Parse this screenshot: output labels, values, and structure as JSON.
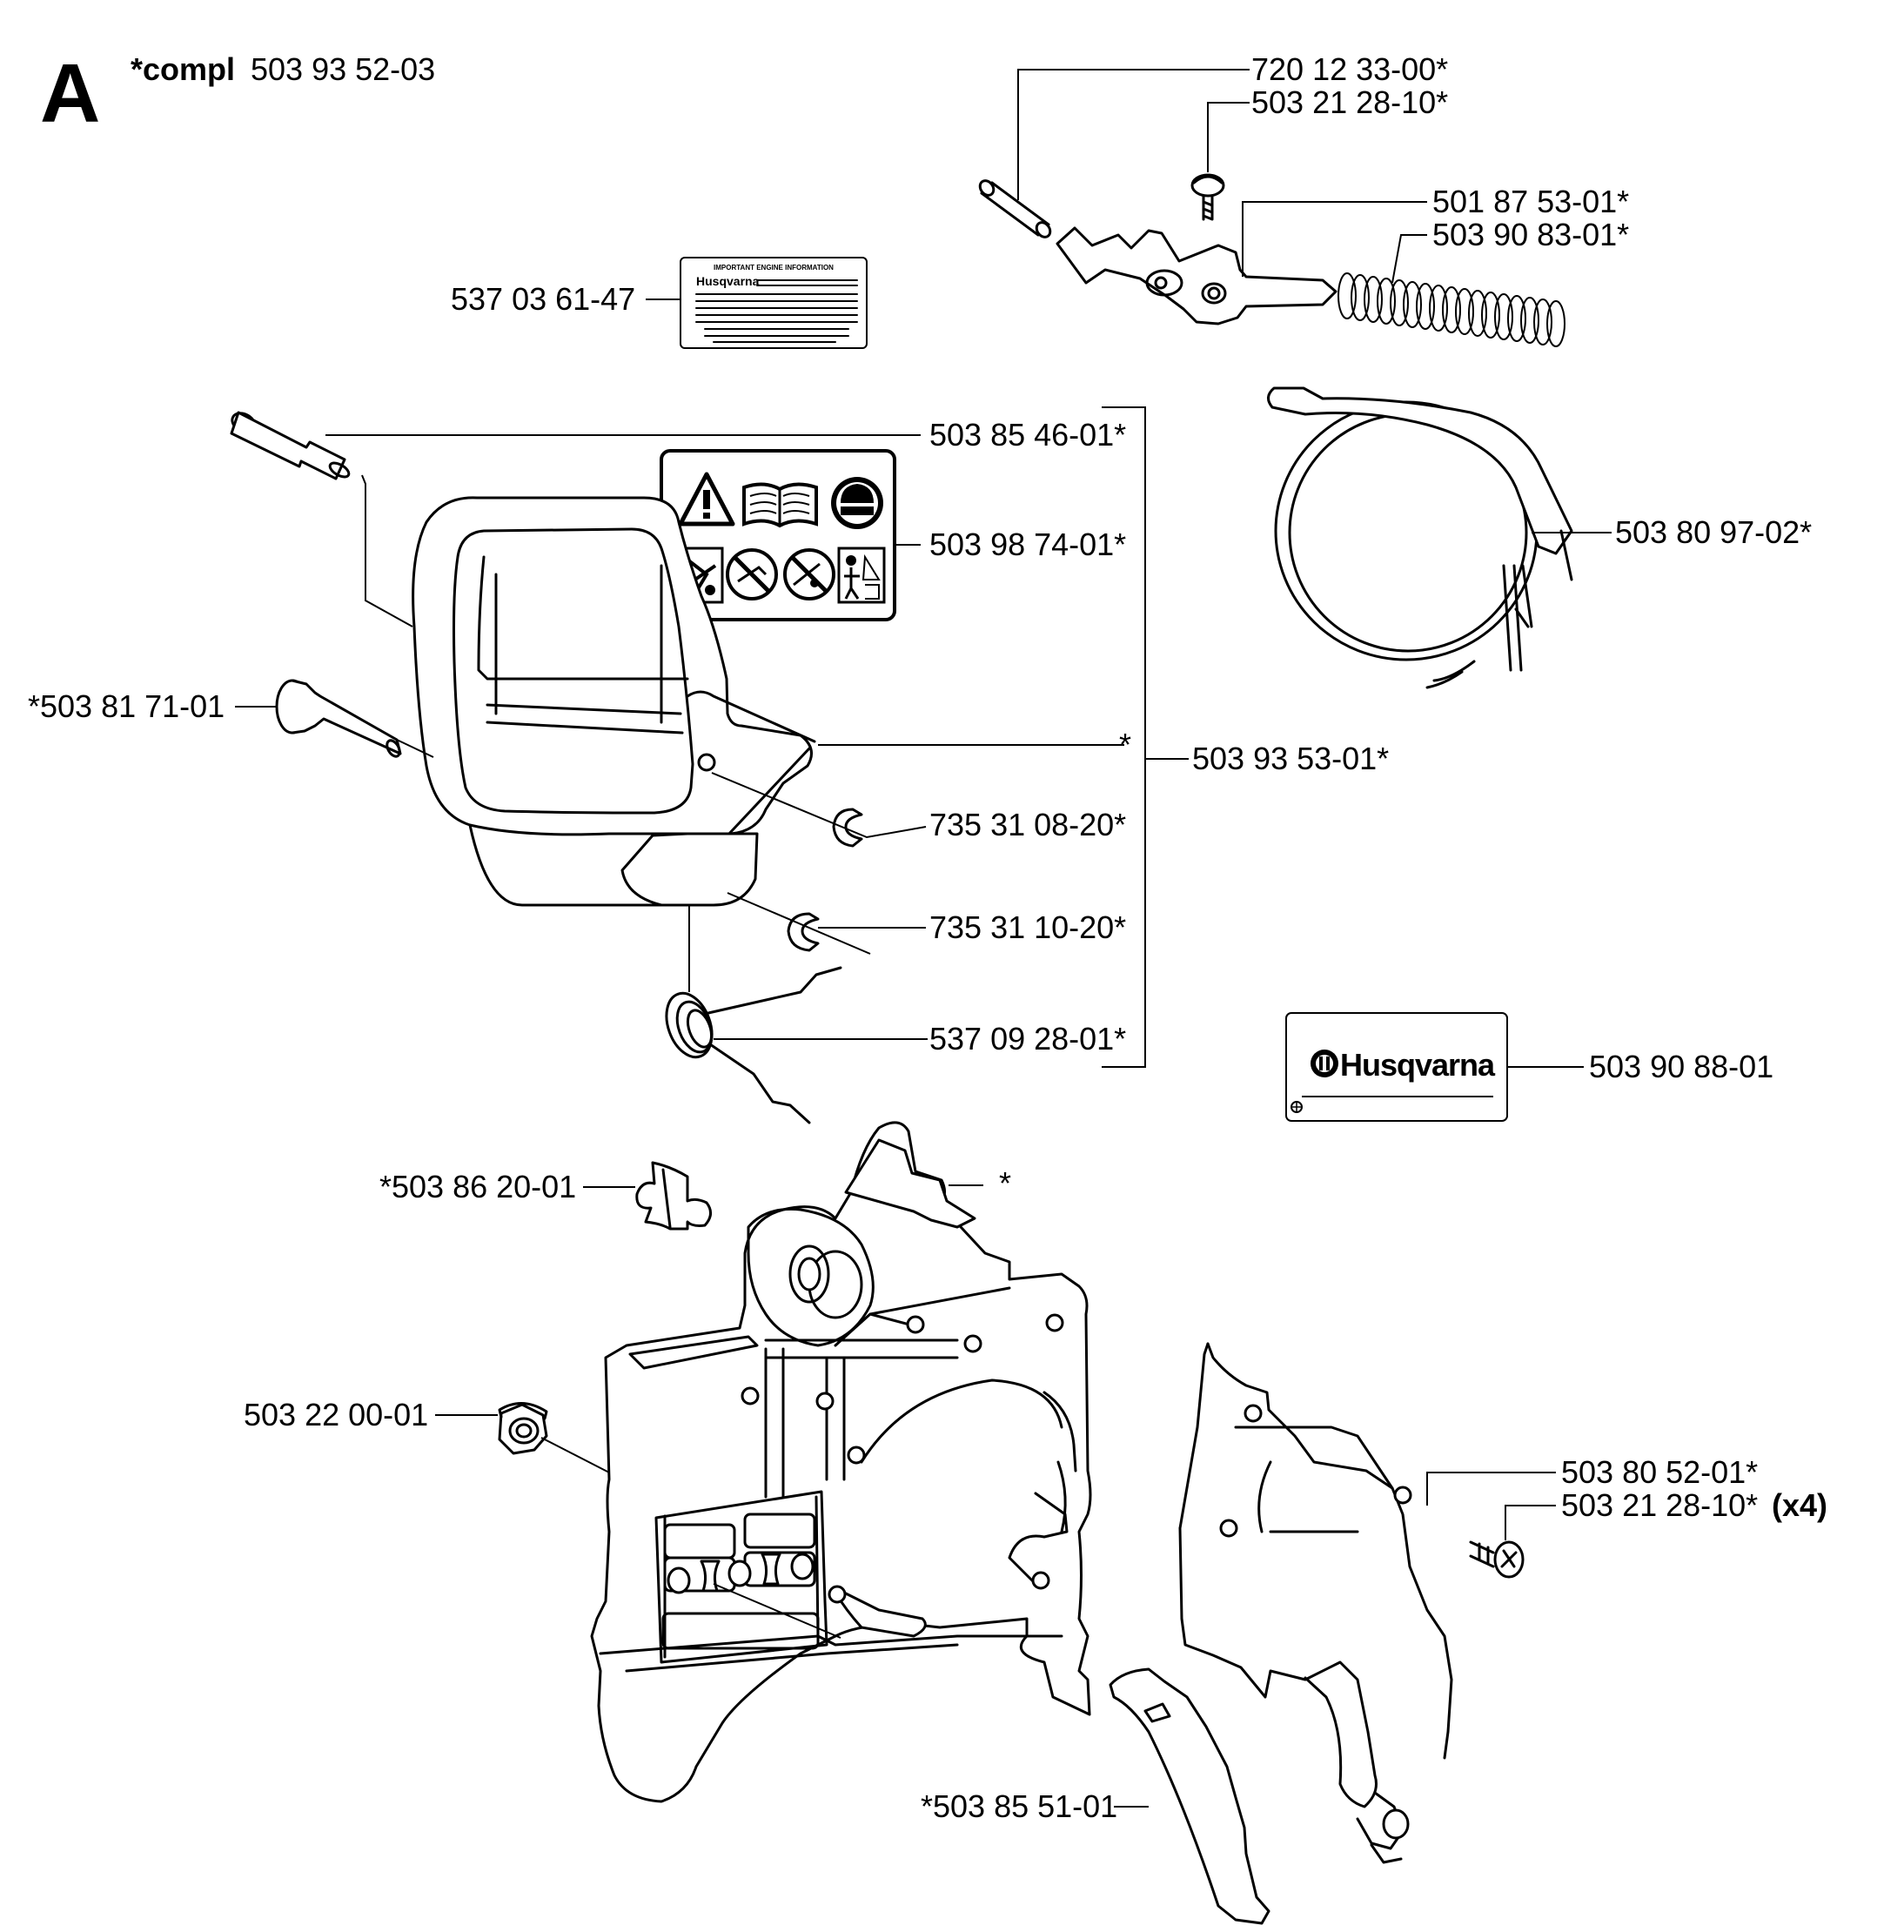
{
  "header": {
    "section_letter": "A",
    "compl_prefix": "*compl",
    "compl_number": "503 93 52-03"
  },
  "labels": {
    "p_720_12_33_00": "720 12 33-00*",
    "p_503_21_28_10_top": "503 21 28-10*",
    "p_501_87_53_01": "501 87 53-01*",
    "p_503_90_83_01": "503 90 83-01*",
    "p_537_03_61_47": "537 03 61-47",
    "p_503_85_46_01": "503 85 46-01*",
    "p_503_98_74_01": "503 98 74-01*",
    "p_503_80_97_02": "503 80 97-02*",
    "p_503_81_71_01": "*503 81 71-01",
    "p_star_cover": "*",
    "p_503_93_53_01": "503 93 53-01*",
    "p_735_31_08_20": "735 31 08-20*",
    "p_735_31_10_20": "735 31 10-20*",
    "p_537_09_28_01": "537 09 28-01*",
    "p_503_90_88_01": "503 90 88-01",
    "p_503_86_20_01": "*503 86 20-01",
    "p_star_guard": "*",
    "p_503_22_00_01": "503 22 00-01",
    "p_503_80_52_01": "503 80 52-01*",
    "p_503_21_28_10_bottom": "503 21 28-10*",
    "p_x4": "(x4)",
    "p_503_85_51_01": "*503 85 51-01"
  },
  "decals": {
    "brand_name": "Husqvarna",
    "engine_info_title": "IMPORTANT ENGINE INFORMATION",
    "engine_info_brand": "Husqvarna"
  },
  "icons": {
    "warning_sticker": [
      "warning-triangle-icon",
      "manual-book-icon",
      "helmet-icon",
      "kickback-icon",
      "no-one-hand-icon",
      "no-tip-contact-icon",
      "bystander-icon"
    ],
    "brand_logo": "husqvarna-crown-icon"
  }
}
